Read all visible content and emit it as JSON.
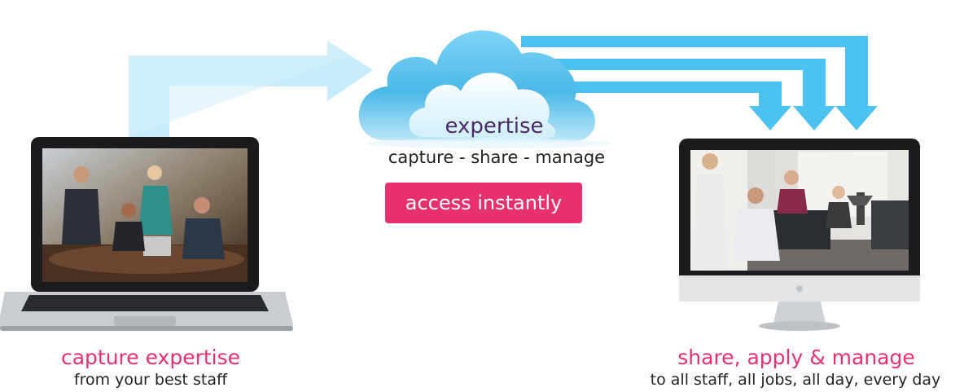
{
  "cloud": {
    "label": "expertise"
  },
  "tagline": "capture - share - manage",
  "cta": {
    "label": "access instantly"
  },
  "left": {
    "title": "capture expertise",
    "subtitle": "from your best staff"
  },
  "right": {
    "title": "share, apply & manage",
    "subtitle": "to all staff, all jobs, all day, every day"
  },
  "colors": {
    "accent": "#e8306f",
    "arrow_light": "#c6ecfb",
    "arrow_blue": "#4cc2f1",
    "cloud_dark": "#3aaee0",
    "cloud_label": "#4a2a6a"
  }
}
